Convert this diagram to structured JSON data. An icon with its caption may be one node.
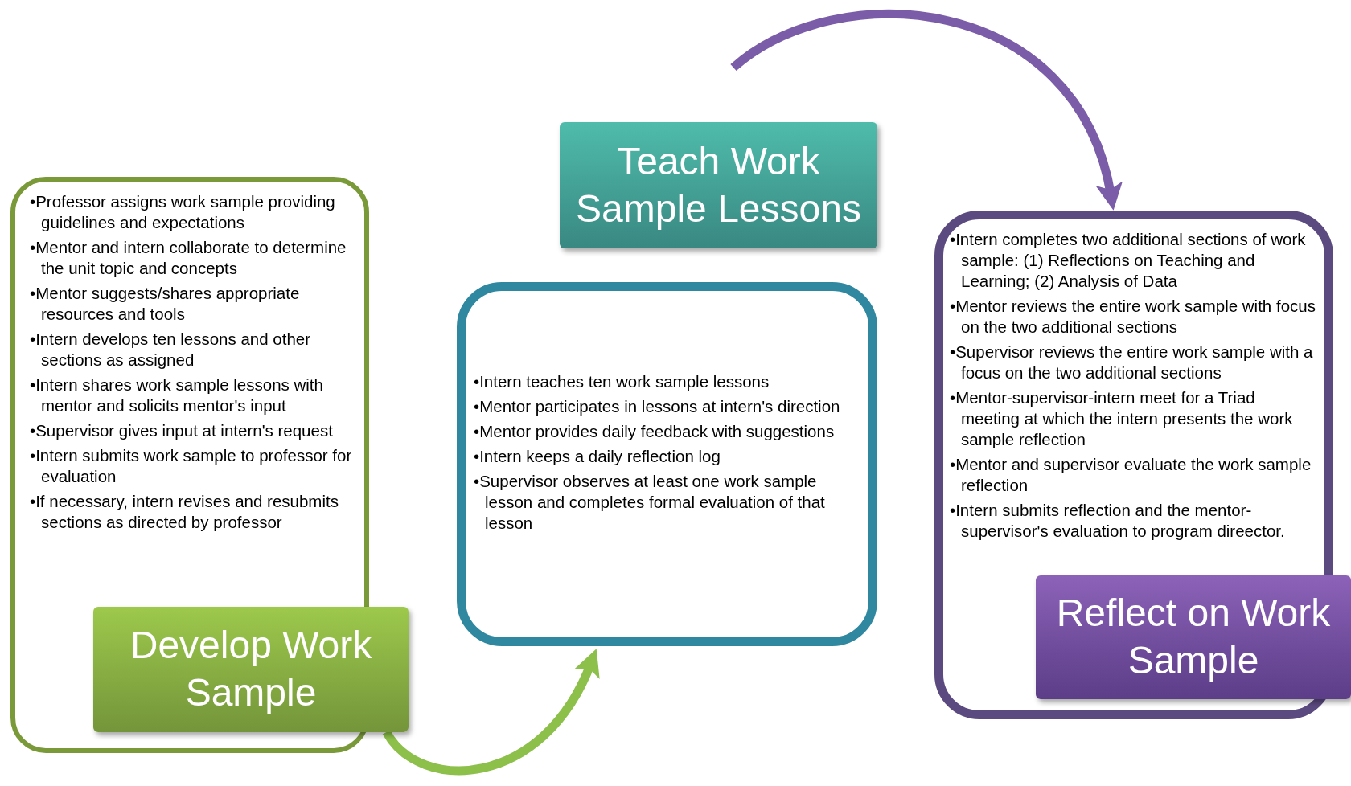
{
  "diagram": {
    "nodes": [
      {
        "text": [
          "•Professor assigns work sample providing guidelines and expectations",
          "•Mentor and intern collaborate to determine the unit topic and concepts",
          "•Mentor suggests/shares appropriate resources and tools",
          "•Intern develops ten lessons and other sections as assigned",
          "•Intern shares work sample lessons with mentor and solicits mentor's input",
          "•Supervisor gives input at intern's request",
          "•Intern submits work sample to professor for evaluation",
          "•If necessary, intern revises and resubmits sections as directed by professor"
        ]
      },
      {
        "text": [
          "Develop Work Sample"
        ]
      },
      {
        "text": [
          "Teach Work Sample Lessons"
        ]
      },
      {
        "text": [
          "•Intern teaches ten work sample lessons",
          "•Mentor participates in lessons at intern's direction",
          "•Mentor provides daily feedback with suggestions",
          "•Intern keeps a daily reflection log",
          "•Supervisor observes at least one work sample lesson and completes formal evaluation of that lesson"
        ]
      },
      {
        "text": [
          "•Intern completes two additional sections of work sample: (1) Reflections on Teaching and Learning; (2) Analysis of Data",
          "•Mentor reviews the entire work sample with focus on the two additional sections",
          "•Supervisor reviews the entire work sample with a focus on the two additional sections",
          "•Mentor-supervisor-intern meet for a Triad meeting at which the intern presents the work sample reflection",
          "•Mentor and supervisor evaluate the work sample reflection",
          "•Intern submits reflection and the mentor-supervisor's evaluation to program direector."
        ]
      },
      {
        "text": [
          "Reflect on Work Sample"
        ]
      }
    ],
    "edges": [
      {
        "from": 1,
        "to": 3,
        "arrow": "to",
        "color": "#8cc04a"
      },
      {
        "from": null,
        "to": 4,
        "arrow": "to",
        "color": "#7b5ca8"
      }
    ]
  }
}
